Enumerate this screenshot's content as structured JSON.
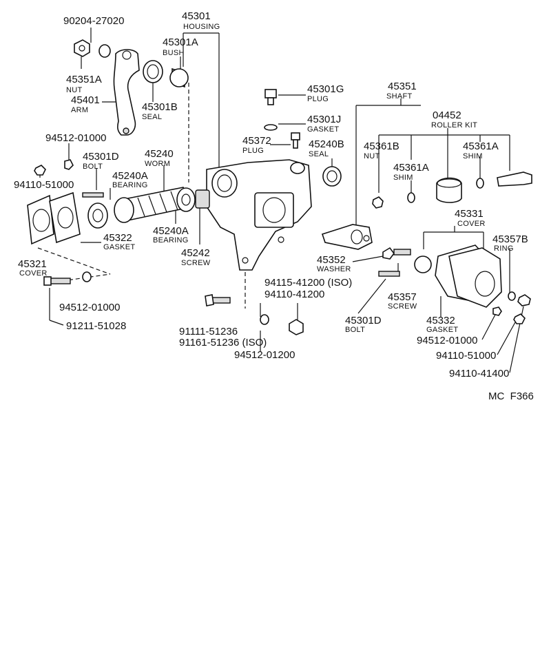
{
  "diagram_code": "MC  F366",
  "callouts": [
    {
      "id": "c-90204",
      "number": "90204-27020",
      "name": ""
    },
    {
      "id": "c-45301",
      "number": "45301",
      "name": "HOUSING"
    },
    {
      "id": "c-45301A",
      "number": "45301A",
      "name": "BUSH"
    },
    {
      "id": "c-45351A",
      "number": "45351A",
      "name": "NUT"
    },
    {
      "id": "c-45401",
      "number": "45401",
      "name": "ARM"
    },
    {
      "id": "c-45301B",
      "number": "45301B",
      "name": "SEAL"
    },
    {
      "id": "c-45301G",
      "number": "45301G",
      "name": "PLUG"
    },
    {
      "id": "c-45351",
      "number": "45351",
      "name": "SHAFT"
    },
    {
      "id": "c-04452",
      "number": "04452",
      "name": "ROLLER KIT"
    },
    {
      "id": "c-45301J",
      "number": "45301J",
      "name": "GASKET"
    },
    {
      "id": "c-45372",
      "number": "45372",
      "name": "PLUG"
    },
    {
      "id": "c-45240B",
      "number": "45240B",
      "name": "SEAL"
    },
    {
      "id": "c-45361B",
      "number": "45361B",
      "name": "NUT"
    },
    {
      "id": "c-45361A-r",
      "number": "45361A",
      "name": "SHIM"
    },
    {
      "id": "c-45361A-m",
      "number": "45361A",
      "name": "SHIM"
    },
    {
      "id": "c-94512-a",
      "number": "94512-01000",
      "name": ""
    },
    {
      "id": "c-45301D-l",
      "number": "45301D",
      "name": "BOLT"
    },
    {
      "id": "c-45240",
      "number": "45240",
      "name": "WORM"
    },
    {
      "id": "c-94110-51000-l",
      "number": "94110-51000",
      "name": ""
    },
    {
      "id": "c-45240A-t",
      "number": "45240A",
      "name": "BEARING"
    },
    {
      "id": "c-45240A-b",
      "number": "45240A",
      "name": "BEARING"
    },
    {
      "id": "c-45322",
      "number": "45322",
      "name": "GASKET"
    },
    {
      "id": "c-45242",
      "number": "45242",
      "name": "SCREW"
    },
    {
      "id": "c-45331",
      "number": "45331",
      "name": "COVER"
    },
    {
      "id": "c-45357B",
      "number": "45357B",
      "name": "RING"
    },
    {
      "id": "c-45321",
      "number": "45321",
      "name": "COVER"
    },
    {
      "id": "c-45352",
      "number": "45352",
      "name": "WASHER"
    },
    {
      "id": "c-94115",
      "number": "94115-41200 (ISO)",
      "name": ""
    },
    {
      "id": "c-94110-41200",
      "number": "94110-41200",
      "name": ""
    },
    {
      "id": "c-45357",
      "number": "45357",
      "name": "SCREW"
    },
    {
      "id": "c-94512-b",
      "number": "94512-01000",
      "name": ""
    },
    {
      "id": "c-45301D-r",
      "number": "45301D",
      "name": "BOLT"
    },
    {
      "id": "c-45332",
      "number": "45332",
      "name": "GASKET"
    },
    {
      "id": "c-91211",
      "number": "91211-51028",
      "name": ""
    },
    {
      "id": "c-91111",
      "number": "91111-51236",
      "name": ""
    },
    {
      "id": "c-91161",
      "number": "91161-51236 (ISO)",
      "name": ""
    },
    {
      "id": "c-94512-c",
      "number": "94512-01200",
      "name": ""
    },
    {
      "id": "c-94512-d",
      "number": "94512-01000",
      "name": ""
    },
    {
      "id": "c-94110-51000-r",
      "number": "94110-51000",
      "name": ""
    },
    {
      "id": "c-94110-41400",
      "number": "94110-41400",
      "name": ""
    }
  ]
}
